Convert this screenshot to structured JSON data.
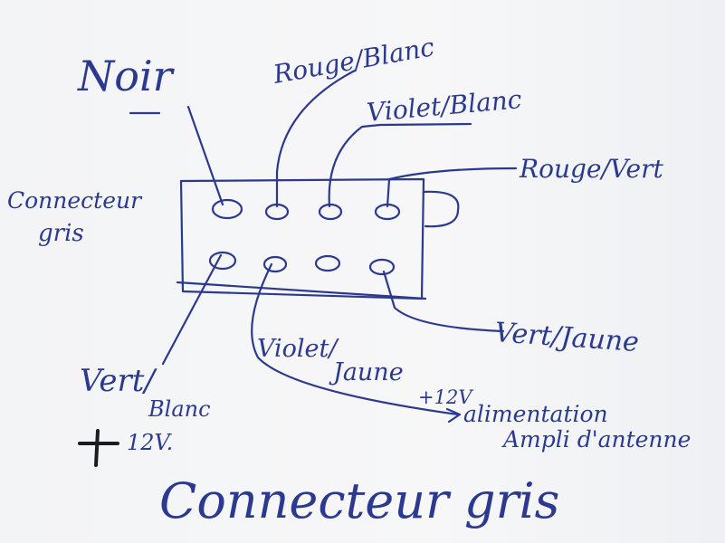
{
  "labels": {
    "noir": "Noir",
    "rouge_blanc": "Rouge/Blanc",
    "violet_blanc": "Violet/Blanc",
    "rouge_vert": "Rouge/Vert",
    "connecteur_gris_side_1": "Connecteur",
    "connecteur_gris_side_2": "gris",
    "vert_jaune": "Vert/Jaune",
    "violet_jaune_1": "Violet/",
    "violet_jaune_2": "Jaune",
    "plus_12v_right": "+12V",
    "alimentation": "alimentation",
    "ampli_antenne": "Ampli d'antenne",
    "vert_blanc_1": "Vert/",
    "vert_blanc_2": "Blanc",
    "plus_12v_left": "12V.",
    "title": "Connecteur gris"
  },
  "colors": {
    "ink": "#2b3a8f",
    "pencil": "#1b1b22",
    "paper": "#f5f6f7"
  }
}
